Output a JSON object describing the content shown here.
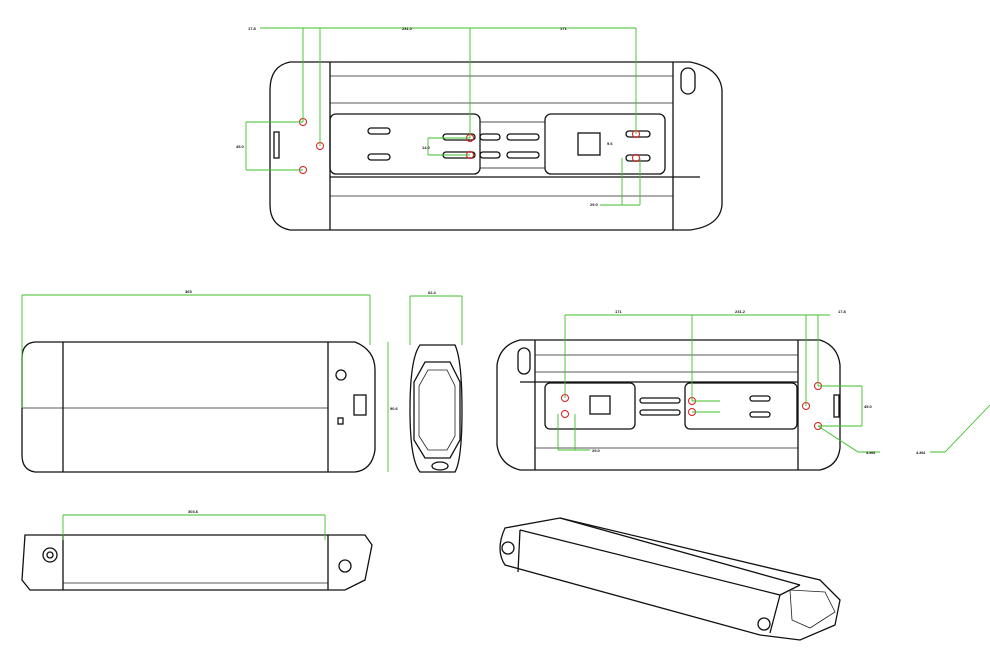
{
  "drawing": {
    "dimensions": {
      "top_a": "17.8",
      "top_b": "231.2",
      "top_c": "171",
      "left_span": "45.0",
      "slot_pitch": "14.0",
      "slot_small": "9.6",
      "slot_bottom": "29.0",
      "side_length": "365",
      "side_height": "90.6",
      "end_width": "62.4",
      "rear_a": "171",
      "rear_b": "231.2",
      "rear_c": "17.8",
      "rear_d": "45.0",
      "rear_e": "29.0",
      "rear_hole": "4-M4",
      "rear_hole2": "4-M4",
      "bottom_length": "303.6"
    },
    "colors": {
      "outline": "#111111",
      "dimension": "#3fbf2a",
      "hole": "#e01818"
    }
  }
}
